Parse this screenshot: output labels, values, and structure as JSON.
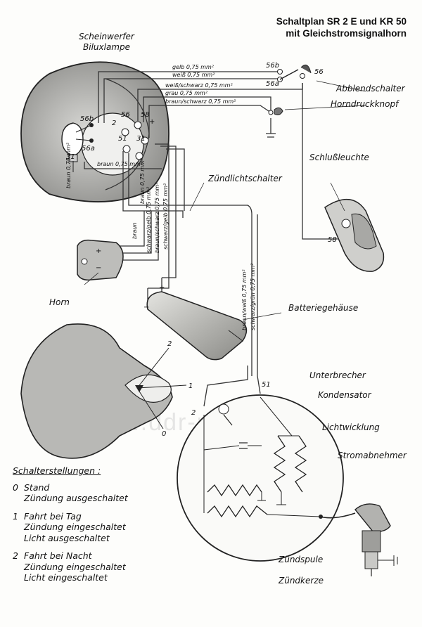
{
  "title": {
    "line1": "Schaltplan SR 2 E und KR 50",
    "line2": "mit Gleichstromsignalhorn"
  },
  "components": {
    "headlight": "Scheinwerfer",
    "bulb": "Biluxlampe",
    "dimmer_switch": "Abblendschalter",
    "horn_button": "Horndruckknopf",
    "tail_light": "Schlußleuchte",
    "ignition_light_switch": "Zündlichtschalter",
    "horn": "Horn",
    "battery_housing": "Batteriegehäuse",
    "breaker": "Unterbrecher",
    "condenser": "Kondensator",
    "lighting_coil": "Lichtwicklung",
    "pickup": "Stromabnehmer",
    "ignition_coil": "Zündspule",
    "spark_plug": "Zündkerze"
  },
  "wires": {
    "w1": "gelb 0,75 mm²",
    "w2": "weiß 0,75 mm²",
    "w3": "weiß/schwarz 0,75 mm²",
    "w4": "grau 0,75 mm²",
    "w5": "braun/schwarz 0,75 mm²",
    "w6": "braun 0,75 mm²",
    "w7": "braun 0,75 mm²",
    "w8": "braun 0,75 mm²",
    "v1": "braun",
    "v2": "schwarz/gelb 0,75 mm²",
    "v3": "braun/schwarz 0,75 mm²",
    "v4": "schwarz/gelb 0,75 mm²",
    "b1": "braun/weiß 0,75 mm²",
    "b2": "schwarz/grün 0,75 mm²"
  },
  "terminals": {
    "t56b_h": "56b",
    "t56a_h": "56a",
    "t31_h": "31",
    "t56b_d": "56b",
    "t56a_d": "56a",
    "t56_d": "56",
    "t56": "56",
    "t58": "58",
    "t2": "2",
    "t51": "51",
    "t31": "31",
    "t58_tail": "58",
    "t51_gen": "51",
    "t2_gen": "2",
    "plus": "+",
    "minus": "−",
    "pos_0": "0",
    "pos_1": "1",
    "pos_2": "2"
  },
  "legend": {
    "heading": "Schalterstellungen :",
    "items": [
      {
        "num": "0",
        "line1": "Stand",
        "line2": "Zündung ausgeschaltet",
        "line3": ""
      },
      {
        "num": "1",
        "line1": "Fahrt bei Tag",
        "line2": "Zündung eingeschaltet",
        "line3": "Licht ausgeschaltet"
      },
      {
        "num": "2",
        "line1": "Fahrt bei Nacht",
        "line2": "Zündung eingeschaltet",
        "line3": "Licht eingeschaltet"
      }
    ]
  },
  "watermark": "www.ddr-moped.de"
}
